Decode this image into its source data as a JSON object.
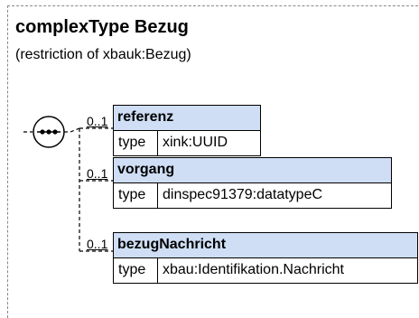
{
  "header": {
    "title": "complexType Bezug",
    "subtitle": "(restriction of xbauk:Bezug)"
  },
  "sequence": {
    "compositor_icon": "sequence-compositor-icon"
  },
  "elements": [
    {
      "occurrence": "0..1",
      "name": "referenz",
      "type_label": "type",
      "type_value": "xink:UUID"
    },
    {
      "occurrence": "0..1",
      "name": "vorgang",
      "type_label": "type",
      "type_value": "dinspec91379:datatypeC"
    },
    {
      "occurrence": "0..1",
      "name": "bezugNachricht",
      "type_label": "type",
      "type_value": "xbau:Identifikation.Nachricht"
    }
  ],
  "colors": {
    "header_fill": "#cfdef5",
    "border": "#000000",
    "frame": "#888888"
  }
}
